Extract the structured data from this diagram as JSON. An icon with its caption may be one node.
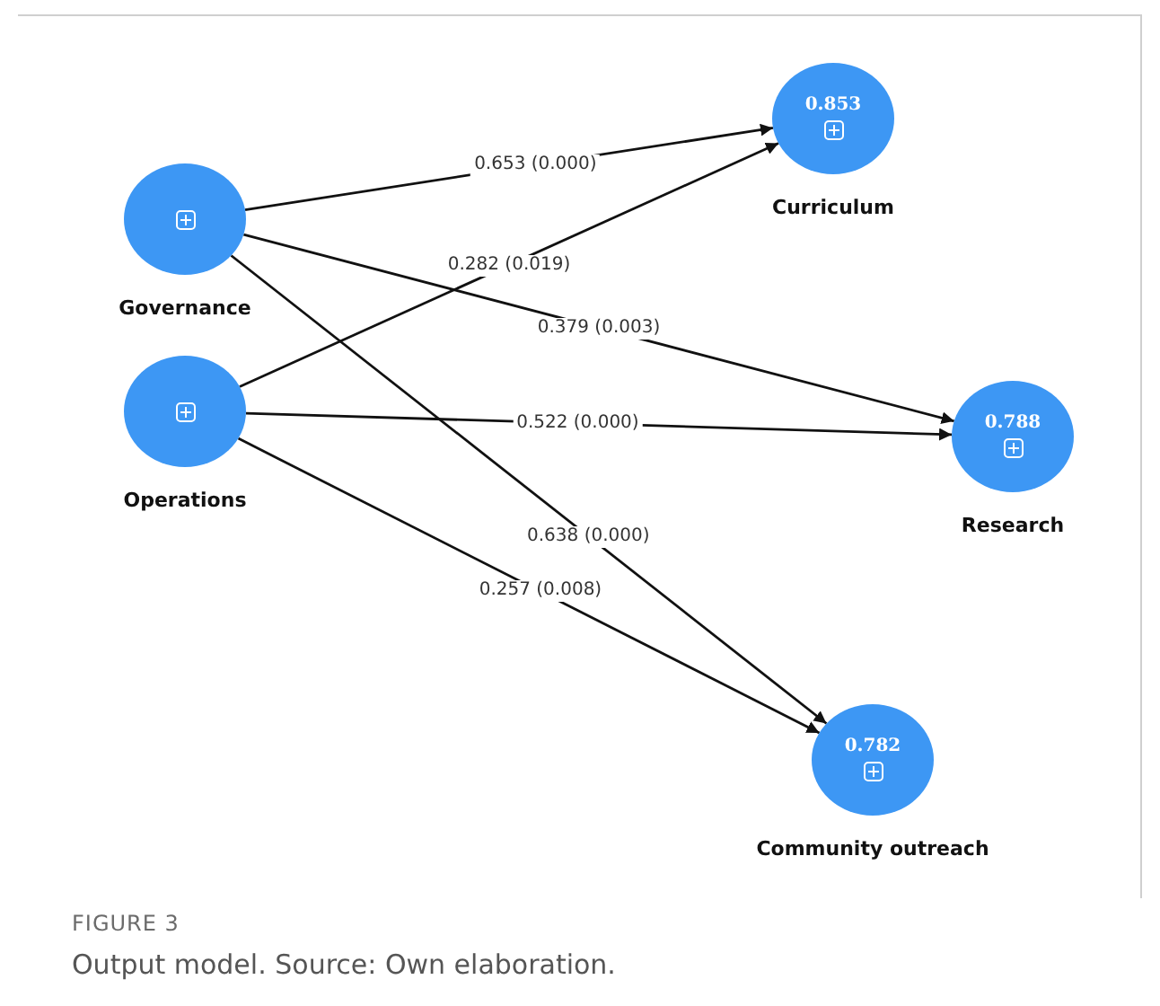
{
  "diagram": {
    "title": "FIGURE 3",
    "caption": "Output model. Source: Own elaboration.",
    "nodes": [
      {
        "text": [
          "Governance"
        ]
      },
      {
        "text": [
          "Operations"
        ]
      },
      {
        "text": [
          "0.853",
          "Curriculum"
        ]
      },
      {
        "text": [
          "0.788",
          "Research"
        ]
      },
      {
        "text": [
          "0.782",
          "Community outreach"
        ]
      }
    ],
    "edges": [
      {
        "from": 0,
        "to": 2,
        "arrow": "to",
        "label": "0.653 (0.000)"
      },
      {
        "from": 1,
        "to": 2,
        "arrow": "to",
        "label": "0.282 (0.019)"
      },
      {
        "from": 0,
        "to": 3,
        "arrow": "to",
        "label": "0.379 (0.003)"
      },
      {
        "from": 1,
        "to": 3,
        "arrow": "to",
        "label": "0.522 (0.000)"
      },
      {
        "from": 0,
        "to": 4,
        "arrow": "to",
        "label": "0.638 (0.000)"
      },
      {
        "from": 1,
        "to": 4,
        "arrow": "to",
        "label": "0.257 (0.008)"
      }
    ]
  }
}
